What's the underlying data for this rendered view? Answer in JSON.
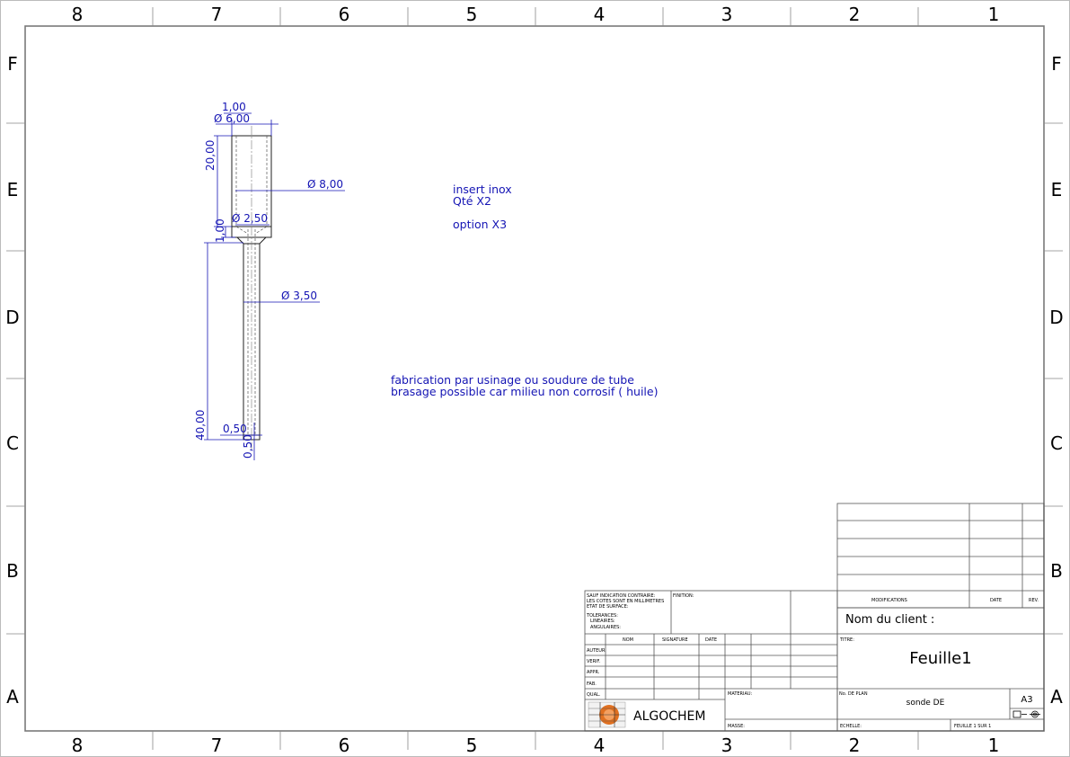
{
  "zones": {
    "columns": [
      "8",
      "7",
      "6",
      "5",
      "4",
      "3",
      "2",
      "1"
    ],
    "rows": [
      "F",
      "E",
      "D",
      "C",
      "B",
      "A"
    ]
  },
  "dimensions": {
    "top_width": "1,00",
    "top_diameter": "Ø 6,00",
    "length_20": "20,00",
    "outer_diameter": "Ø 8,00",
    "bore_diameter": "Ø 2,50",
    "step_1": "1,00",
    "tube_diameter": "Ø 3,50",
    "length_40": "40,00",
    "tip_width": "0,50",
    "tip_height": "0,50"
  },
  "notes": {
    "insert": "insert inox",
    "qty": "Qté X2",
    "option": "option X3",
    "fabrication_line1": "fabrication par usinage ou soudure de tube",
    "fabrication_line2": "brasage possible car milieu non corrosif ( huile)"
  },
  "title_block": {
    "general_notes": [
      "SAUF INDICATION CONTRAIRE:",
      "LES COTES SONT EN MILLIMETRES",
      "ETAT DE SURFACE:",
      "TOLERANCES:",
      "   LINEAIRES:",
      "   ANGULAIRES:"
    ],
    "finition_label": "FINITION:",
    "modifications_label": "MODIFICATIONS",
    "date_label": "DATE",
    "rev_label": "REV.",
    "client_label": "Nom du client :",
    "nom_header": "NOM",
    "signature_header": "SIGNATURE",
    "date_header": "DATE",
    "roles": [
      "AUTEUR",
      "VERIF.",
      "APPR.",
      "FAB.",
      "QUAL."
    ],
    "titre_label": "TITRE:",
    "title": "Feuille1",
    "materiau_label": "MATERIAU:",
    "plan_no_label": "No. DE PLAN",
    "plan_no": "sonde DE",
    "format": "A3",
    "company": "ALGOCHEM",
    "masse_label": "MASSE:",
    "echelle_label": "ECHELLE:",
    "sheet": "FEUILLE 1 SUR 1"
  },
  "colors": {
    "dimension": "#1414b4",
    "frame": "#7a7a7a",
    "logo_orange": "#e07020"
  }
}
